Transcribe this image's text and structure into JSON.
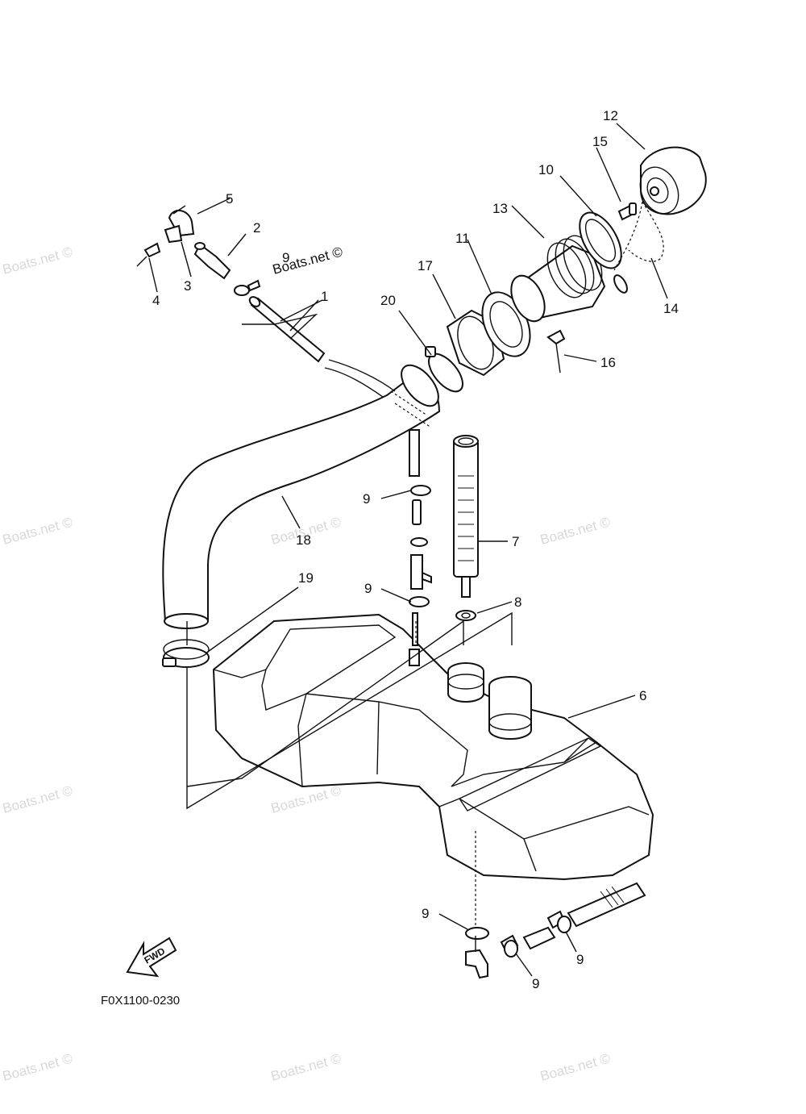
{
  "watermark": "Boats.net ©",
  "diagram_code": "F0X1100-0230",
  "fwd_text": "FWD",
  "callouts": {
    "c1": "1",
    "c2": "2",
    "c3": "3",
    "c4": "4",
    "c5": "5",
    "c6": "6",
    "c7": "7",
    "c8": "8",
    "c9a": "9",
    "c9b": "9",
    "c9c": "9",
    "c9d": "9",
    "c9e": "9",
    "c9f": "9",
    "c10": "10",
    "c11": "11",
    "c12": "12",
    "c13": "13",
    "c14": "14",
    "c15": "15",
    "c16": "16",
    "c17": "17",
    "c18": "18",
    "c19": "19",
    "c20": "20"
  }
}
